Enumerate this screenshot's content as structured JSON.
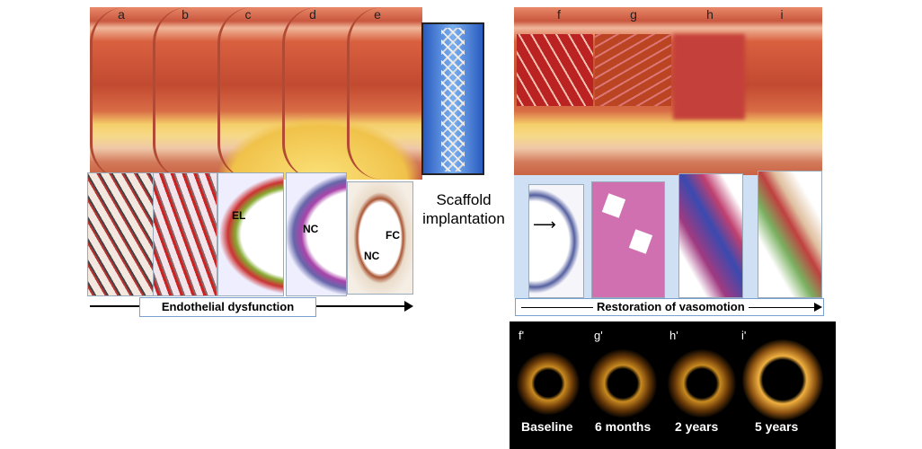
{
  "left_panel": {
    "stage_labels": [
      "a",
      "b",
      "c",
      "d",
      "e"
    ],
    "histology_labels": [
      "EL",
      "NC",
      "NC",
      "FC"
    ],
    "arrow_label": "Endothelial dysfunction"
  },
  "center": {
    "label_line1": "Scaffold",
    "label_line2": "implantation"
  },
  "right_panel": {
    "stage_labels": [
      "f",
      "g",
      "h",
      "i"
    ],
    "arrow_label": "Restoration of vasomotion"
  },
  "oct_panel": {
    "frame_labels": [
      "f'",
      "g'",
      "h'",
      "i'"
    ],
    "captions": [
      "Baseline",
      "6 months",
      "2 years",
      "5 years"
    ]
  }
}
